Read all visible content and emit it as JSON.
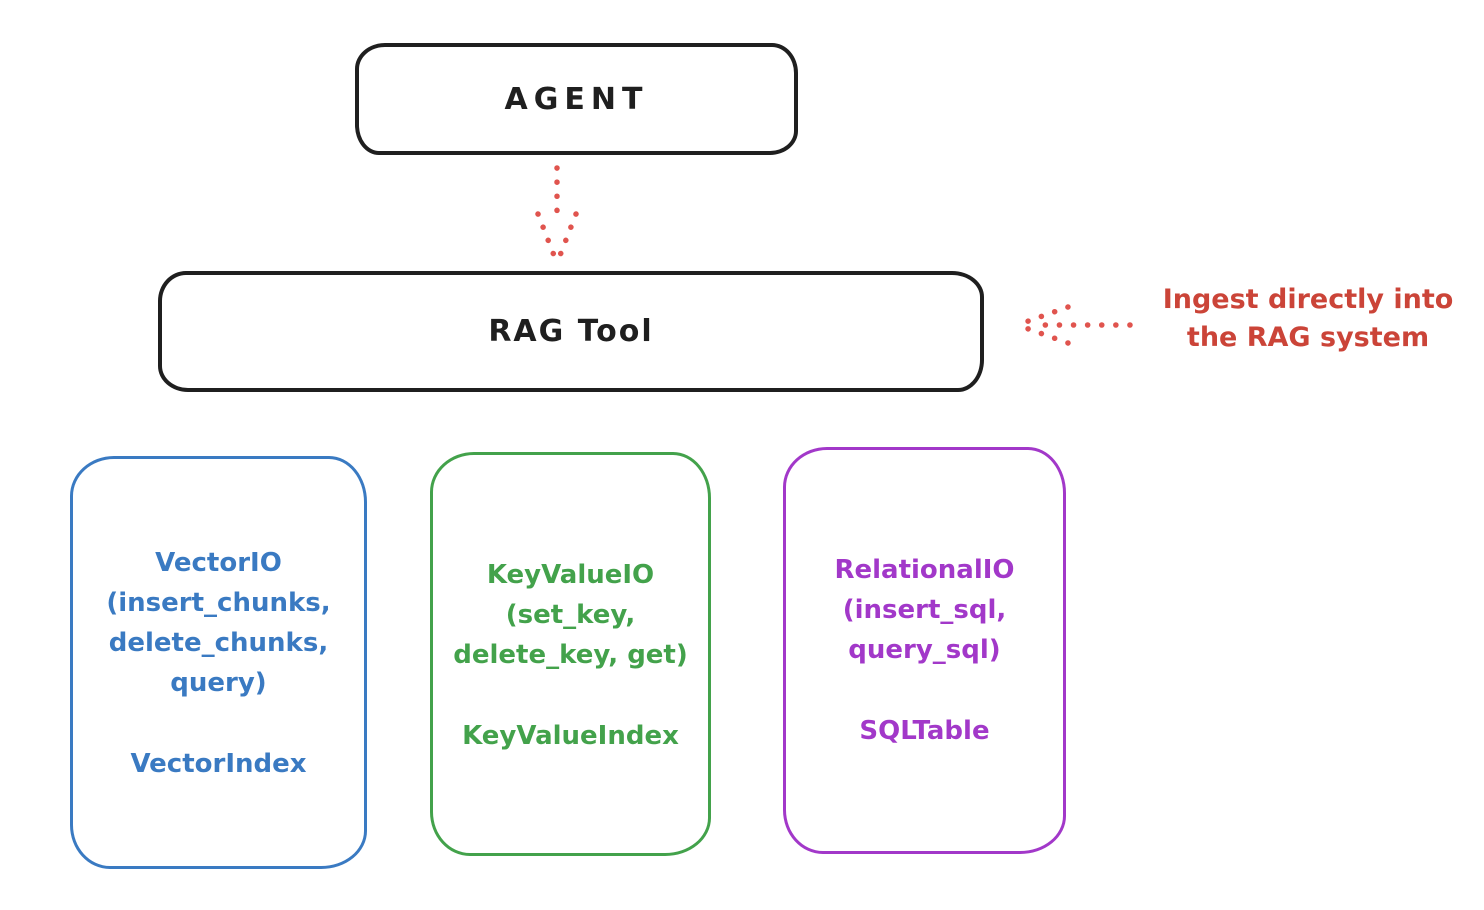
{
  "agent": {
    "label": "AGENT"
  },
  "rag_tool": {
    "label": "RAG Tool"
  },
  "annotation": {
    "line1": "Ingest directly into",
    "line2": "the RAG system"
  },
  "io_boxes": [
    {
      "id": "vector-io",
      "title_lines": [
        "VectorIO",
        "(insert_chunks,",
        "delete_chunks,",
        "query)"
      ],
      "index_label": "VectorIndex",
      "color": "#3a7ac2"
    },
    {
      "id": "keyvalue-io",
      "title_lines": [
        "KeyValueIO",
        "(set_key,",
        "delete_key, get)"
      ],
      "index_label": "KeyValueIndex",
      "color": "#43a24b"
    },
    {
      "id": "relational-io",
      "title_lines": [
        "RelationalIO",
        "(insert_sql,",
        "query_sql)"
      ],
      "index_label": "SQLTable",
      "color": "#a238c9"
    }
  ],
  "colors": {
    "outline_black": "#1f1f1f",
    "annotation_red": "#cb4438",
    "arrow_red": "#e0544e",
    "vector_blue": "#3a7ac2",
    "keyvalue_green": "#43a24b",
    "relational_purple": "#a238c9",
    "background": "#ffffff"
  }
}
